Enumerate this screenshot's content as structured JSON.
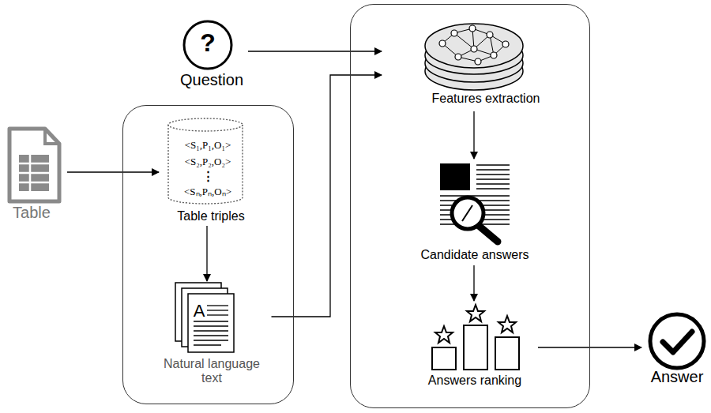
{
  "diagram": {
    "nodes": [
      {
        "text": [
          "?",
          "Question"
        ]
      },
      {
        "text": [
          "Table"
        ]
      },
      {
        "text": []
      },
      {
        "text": [
          "<S₁,P₁,O₁>",
          "<S₂,P₂,O₂>",
          "⋮",
          "<Sₙ,Pₙ,Oₙ>",
          "Table triples"
        ],
        "in": 2
      },
      {
        "text": [
          "A",
          "Natural language text"
        ],
        "in": 2
      },
      {
        "text": []
      },
      {
        "text": [
          "Features extraction"
        ],
        "in": 5
      },
      {
        "text": [
          "Candidate answers"
        ],
        "in": 5
      },
      {
        "text": [
          "Answers ranking"
        ],
        "in": 5
      },
      {
        "text": [
          "Answer"
        ]
      }
    ],
    "edges": [
      {
        "from": 0,
        "to": 6,
        "arrow": "to"
      },
      {
        "from": 1,
        "to": 3,
        "arrow": "to"
      },
      {
        "from": 3,
        "to": 4,
        "arrow": "to"
      },
      {
        "from": 4,
        "to": 6,
        "arrow": "to"
      },
      {
        "from": 6,
        "to": 7,
        "arrow": "to"
      },
      {
        "from": 7,
        "to": 8,
        "arrow": "to"
      },
      {
        "from": 8,
        "to": 9,
        "arrow": "to"
      }
    ]
  }
}
